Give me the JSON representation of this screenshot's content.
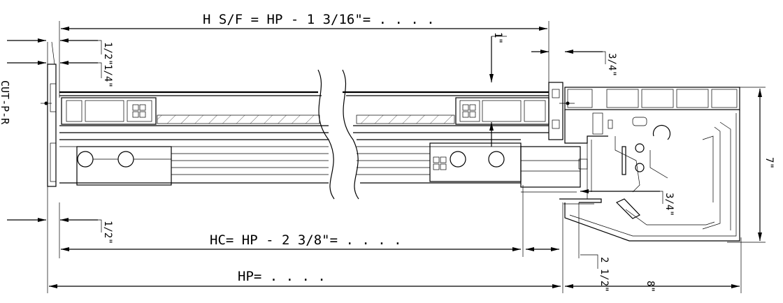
{
  "dimensions": {
    "hsf": "H S/F = HP - 1 3/16\"= . . . .",
    "hc": "HC= HP - 2 3/8\"= . . . .",
    "hp": "HP= . . . .",
    "half": "1/2\"",
    "quarter": "1/4\"",
    "half_bottom": "1/2\"",
    "one_inch": "1\"",
    "three_quarter_top": "3/4\"",
    "three_quarter_mid": "3/4\"",
    "two_half": "2 1/2\"",
    "seven": "7\"",
    "eight": "8\""
  },
  "side_label": "CUT-P-R"
}
